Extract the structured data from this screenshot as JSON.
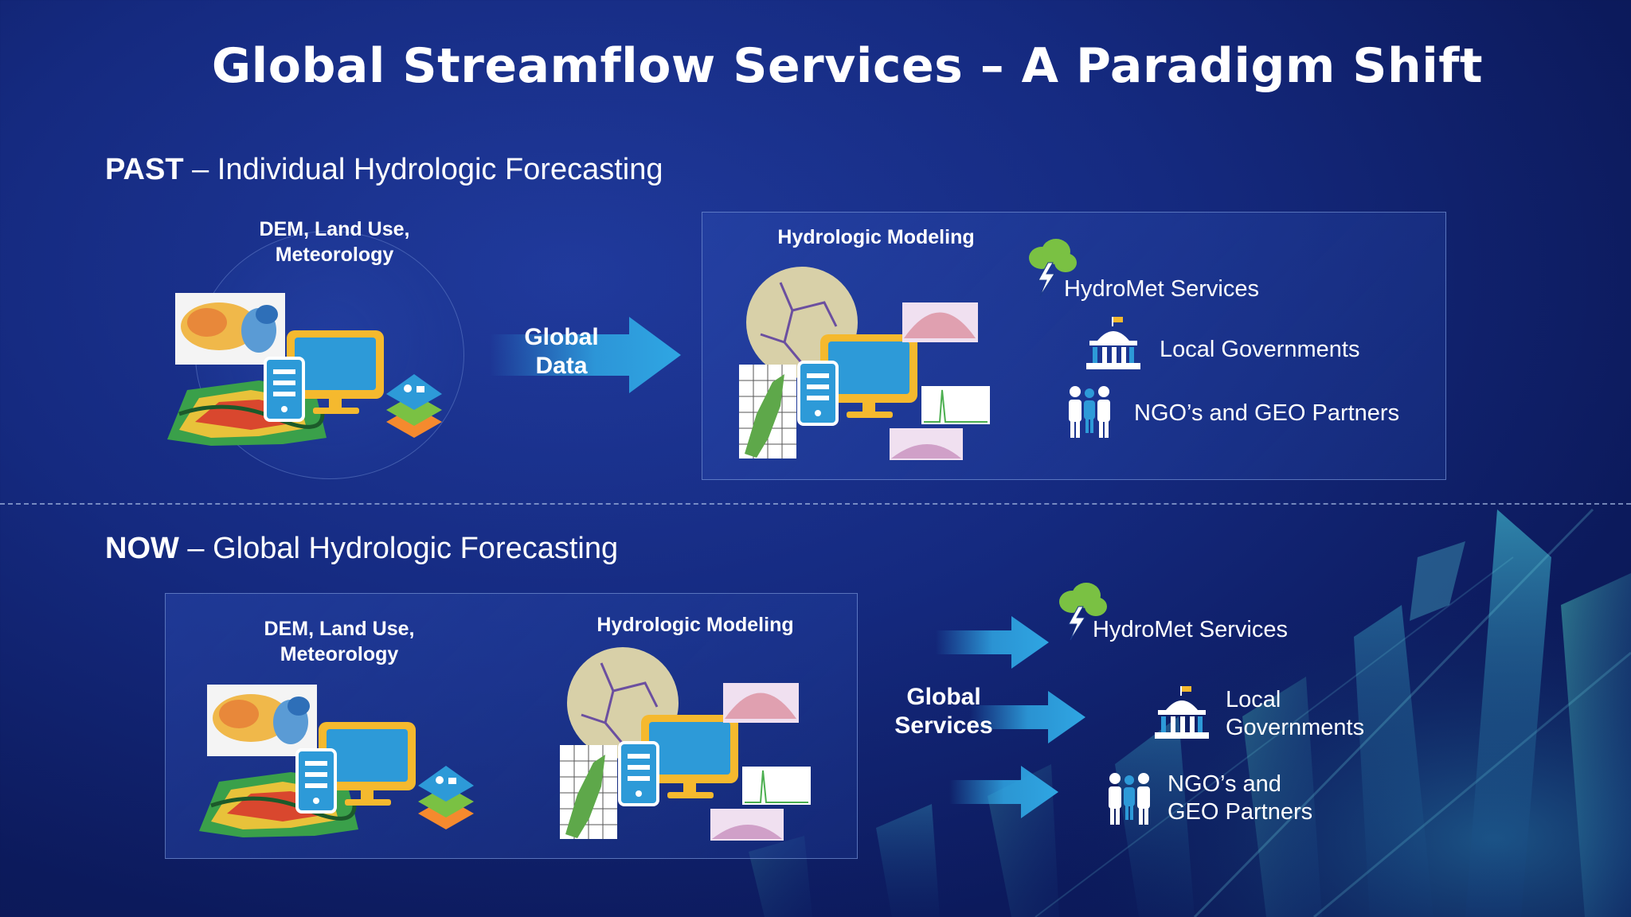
{
  "title": "Global Streamflow Services – A Paradigm Shift",
  "past": {
    "head_bold": "PAST",
    "head_rest": " – Individual Hydrologic Forecasting",
    "inputs_label_line1": "DEM, Land Use,",
    "inputs_label_line2": "Meteorology",
    "arrow_label_line1": "Global",
    "arrow_label_line2": "Data",
    "modeling_label": "Hydrologic Modeling",
    "services": [
      "HydroMet Services",
      "Local Governments",
      "NGO’s and GEO Partners"
    ]
  },
  "now": {
    "head_bold": "NOW",
    "head_rest": " – Global Hydrologic Forecasting",
    "inputs_label_line1": "DEM, Land Use,",
    "inputs_label_line2": "Meteorology",
    "modeling_label": "Hydrologic Modeling",
    "global_label_line1": "Global",
    "global_label_line2": "Services",
    "services": {
      "hydromet": "HydroMet Services",
      "local_line1": "Local",
      "local_line2": "Governments",
      "ngo_line1": "NGO’s and",
      "ngo_line2": "GEO Partners"
    }
  },
  "colors": {
    "background": "#152a80",
    "arrow": "#2fa6e3",
    "monitor_frame": "#f5b92e",
    "monitor_screen": "#2d9ad8",
    "cloud_green": "#7ac143"
  }
}
